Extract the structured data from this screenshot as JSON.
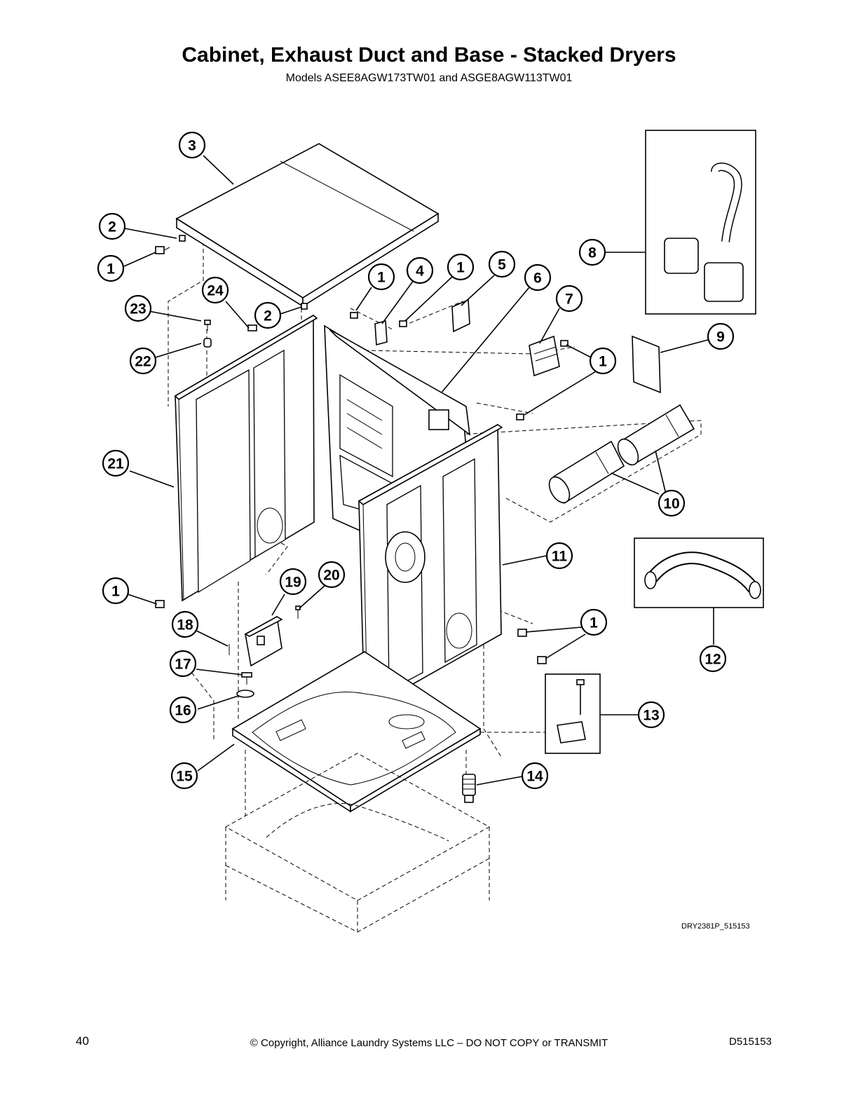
{
  "header": {
    "title": "Cabinet, Exhaust Duct and Base - Stacked Dryers",
    "subtitle": "Models ASEE8AGW173TW01 and ASGE8AGW113TW01"
  },
  "diagram": {
    "drawing_ref": "DRY2381P_515153",
    "callouts": {
      "c3": "3",
      "c2a": "2",
      "c1a": "1",
      "c24": "24",
      "c2b": "2",
      "c23": "23",
      "c22": "22",
      "c1b": "1",
      "c4": "4",
      "c1c": "1",
      "c5": "5",
      "c6": "6",
      "c7": "7",
      "c1d": "1",
      "c8": "8",
      "c9": "9",
      "c10": "10",
      "c11": "11",
      "c21": "21",
      "c19": "19",
      "c20": "20",
      "c1e": "1",
      "c18": "18",
      "c17": "17",
      "c16": "16",
      "c1f": "1",
      "c12": "12",
      "c13": "13",
      "c15": "15",
      "c14": "14"
    }
  },
  "footer": {
    "page_number": "40",
    "copyright": "© Copyright, Alliance Laundry Systems LLC – DO NOT COPY or TRANSMIT",
    "doc_id": "D515153"
  }
}
